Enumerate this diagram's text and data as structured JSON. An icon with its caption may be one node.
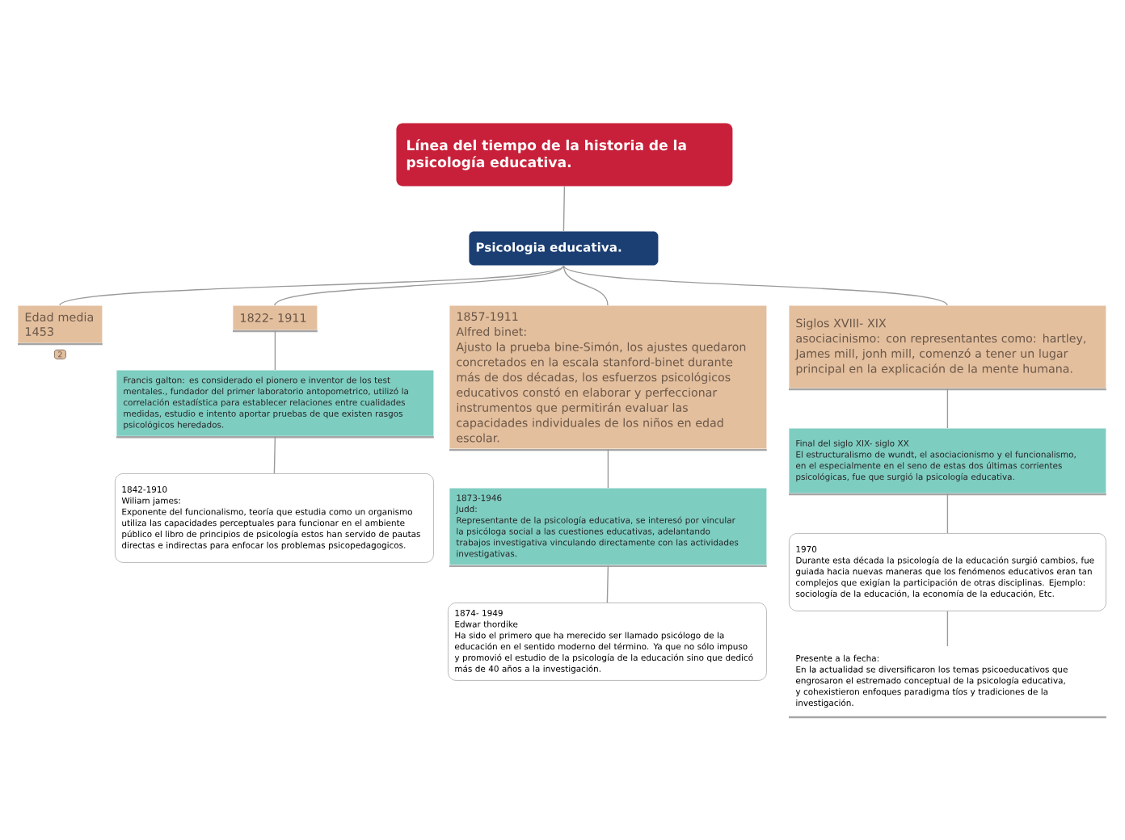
{
  "diagram": {
    "nodes": [
      {
        "text": [
          "Línea del tiempo de la historia de la psicología educativa."
        ]
      },
      {
        "text": [
          "Psicologia educativa."
        ]
      },
      {
        "text": [
          "Edad media 1453"
        ],
        "beside": [
          "2"
        ]
      },
      {
        "text": [
          "1822- 1911"
        ]
      },
      {
        "text": [
          "Francis galton: es considerado el pionero e inventor de los test mentales., fundador del primer laboratorio antopometrico, utilizó la correlación estadística para establecer relaciones entre cualidades medidas, estudio e intento aportar pruebas de que existen rasgos psicológicos heredados."
        ]
      },
      {
        "text": [
          "1842-1910",
          "Wiliam james:",
          "Exponente del funcionalismo, teoría que estudia como un organismo utiliza las capacidades perceptuales para funcionar en el ambiente público el libro de principios de psicología estos han servido de pautas directas e indirectas para enfocar los problemas psicopedagogicos."
        ]
      },
      {
        "text": [
          "1857-1911",
          "Alfred binet:",
          "Ajusto la prueba bine-Simón, los ajustes quedaron concretados en la escala stanford-binet durante más de dos décadas, los esfuerzos psicológicos educativos constó en elaborar y perfeccionar instrumentos que permitirán evaluar las capacidades individuales de los niños en edad escolar."
        ]
      },
      {
        "text": [
          "1873-1946",
          "Judd:",
          "Representante de la psicología educativa, se interesó por vincular la psicóloga social a las cuestiones educativas, adelantando trabajos investigativa vinculando directamente con las actividades investigativas."
        ]
      },
      {
        "text": [
          "1874- 1949",
          "Edwar thordike",
          "Ha sido el primero que ha merecido ser llamado psicólogo de la educación en el sentido moderno del término. Ya que no sólo impuso y promovió el estudio de la psicología de la educación sino que dedicó más de 40 años a la investigación."
        ]
      },
      {
        "text": [
          "Siglos XVIII- XIX",
          "asociacinismo: con representantes como: hartley, James mill, jonh mill, comenzó a tener un lugar principal en la explicación de la mente humana."
        ]
      },
      {
        "text": [
          "Final del siglo XIX- siglo XX",
          "El estructuralismo de wundt, el asociacionismo y el funcionalismo, en el especialmente en el seno de estas dos últimas corrientes psicológicas, fue que surgió la psicología educativa."
        ]
      },
      {
        "text": [
          "1970",
          "Durante esta década la psicología de la educación surgió cambios, fue guiada hacia nuevas maneras que los fenómenos educativos eran tan complejos que exigían la participación de otras disciplinas. Ejemplo: sociología de la educación, la economía de la educación, Etc."
        ]
      },
      {
        "text": [
          "Presente a la fecha:",
          "En la actualidad se diversificaron los temas psicoeducativos que engrosaron el estremado conceptual de la psicología educativa, y cohexistieron enfoques paradigma tíos y tradiciones de la investigación."
        ]
      }
    ],
    "edges": [
      {
        "from": 0,
        "to": 1,
        "arrow": "none"
      },
      {
        "from": 1,
        "to": 2,
        "arrow": "none"
      },
      {
        "from": 1,
        "to": 3,
        "arrow": "none"
      },
      {
        "from": 1,
        "to": 6,
        "arrow": "none"
      },
      {
        "from": 1,
        "to": 9,
        "arrow": "none"
      },
      {
        "from": 3,
        "to": 4,
        "arrow": "none"
      },
      {
        "from": 4,
        "to": 5,
        "arrow": "none"
      },
      {
        "from": 6,
        "to": 7,
        "arrow": "none"
      },
      {
        "from": 7,
        "to": 8,
        "arrow": "none"
      },
      {
        "from": 9,
        "to": 10,
        "arrow": "none"
      },
      {
        "from": 10,
        "to": 11,
        "arrow": "none"
      },
      {
        "from": 11,
        "to": 12,
        "arrow": "none"
      }
    ]
  }
}
